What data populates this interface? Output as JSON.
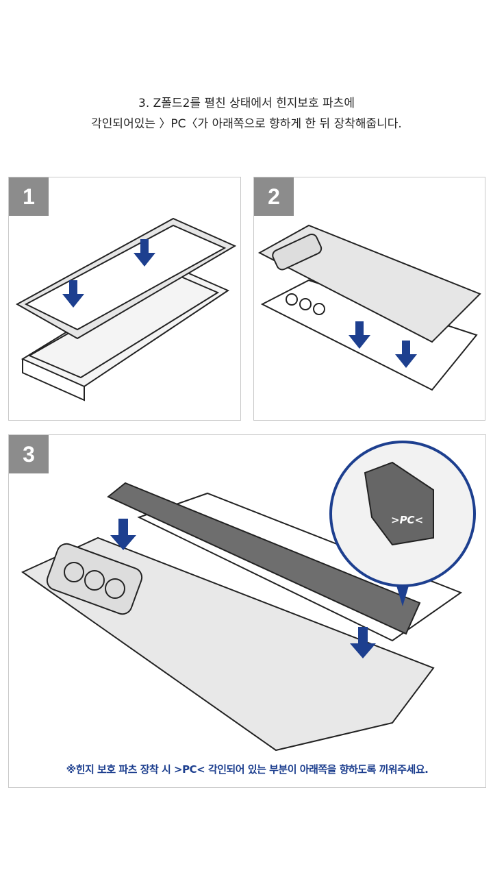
{
  "instruction": {
    "line1": "3. Z폴드2를 펼친 상태에서 힌지보호 파츠에",
    "line2": "각인되어있는 〉PC〈가 아래쪽으로 향하게 한 뒤 장착해줍니다."
  },
  "steps": [
    {
      "number": "1"
    },
    {
      "number": "2"
    },
    {
      "number": "3"
    }
  ],
  "callout_label": ">PC<",
  "note": "※힌지 보호 파츠 장착 시 >PC< 각인되어 있는 부분이 아래쪽을 향하도록 끼워주세요.",
  "colors": {
    "accent": "#1d3f8f",
    "badge": "#8c8c8c",
    "border": "#c8c8c8"
  }
}
